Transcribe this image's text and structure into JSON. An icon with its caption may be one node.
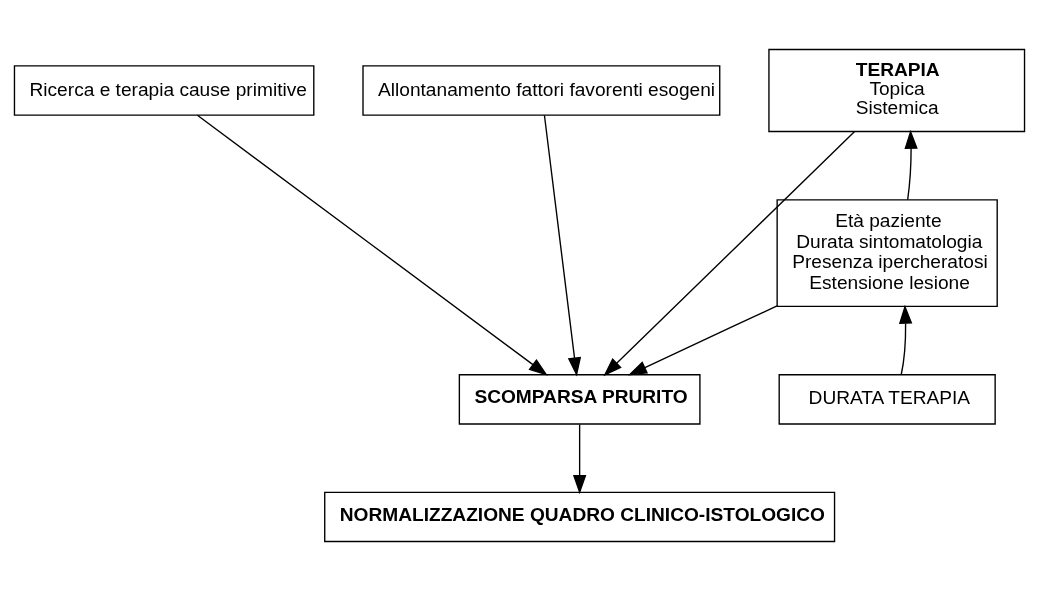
{
  "diagram": {
    "nodes": [
      {
        "text": [
          "Ricerca e terapia cause primitive"
        ]
      },
      {
        "text": [
          "Allontanamento fattori favorenti esogeni"
        ]
      },
      {
        "text": [
          "TERAPIA",
          "Topica",
          "Sistemica"
        ]
      },
      {
        "text": [
          "Età paziente",
          "Durata sintomatologia",
          "Presenza ipercheratosi",
          "Estensione lesione"
        ]
      },
      {
        "text": [
          "SCOMPARSA PRURITO"
        ]
      },
      {
        "text": [
          "DURATA TERAPIA"
        ]
      },
      {
        "text": [
          "NORMALIZZAZIONE QUADRO CLINICO-ISTOLOGICO"
        ]
      }
    ],
    "edges": [
      {
        "from": 0,
        "to": 4,
        "arrow": "to"
      },
      {
        "from": 1,
        "to": 4,
        "arrow": "to"
      },
      {
        "from": 2,
        "to": 4,
        "arrow": "to"
      },
      {
        "from": 3,
        "to": 4,
        "arrow": "to"
      },
      {
        "from": 3,
        "to": 2,
        "arrow": "to"
      },
      {
        "from": 5,
        "to": 3,
        "arrow": "to"
      },
      {
        "from": 4,
        "to": 6,
        "arrow": "to"
      }
    ]
  }
}
